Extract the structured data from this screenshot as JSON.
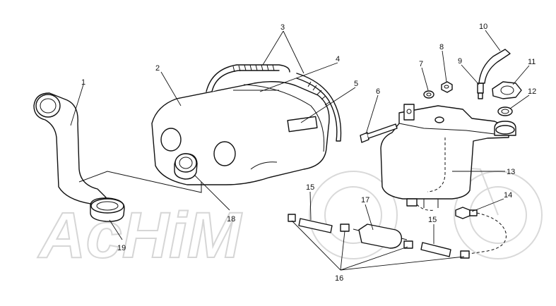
{
  "watermark": {
    "text": "AcHiM"
  },
  "callouts": [
    {
      "id": "1",
      "label": "1"
    },
    {
      "id": "2",
      "label": "2"
    },
    {
      "id": "3",
      "label": "3"
    },
    {
      "id": "4",
      "label": "4"
    },
    {
      "id": "5",
      "label": "5"
    },
    {
      "id": "6",
      "label": "6"
    },
    {
      "id": "7",
      "label": "7"
    },
    {
      "id": "8",
      "label": "8"
    },
    {
      "id": "9",
      "label": "9"
    },
    {
      "id": "10",
      "label": "10"
    },
    {
      "id": "11",
      "label": "11"
    },
    {
      "id": "12",
      "label": "12"
    },
    {
      "id": "13",
      "label": "13"
    },
    {
      "id": "14",
      "label": "14"
    },
    {
      "id": "15a",
      "label": "15"
    },
    {
      "id": "15b",
      "label": "15"
    },
    {
      "id": "16",
      "label": "16"
    },
    {
      "id": "17",
      "label": "17"
    },
    {
      "id": "18",
      "label": "18"
    },
    {
      "id": "19",
      "label": "19"
    }
  ]
}
